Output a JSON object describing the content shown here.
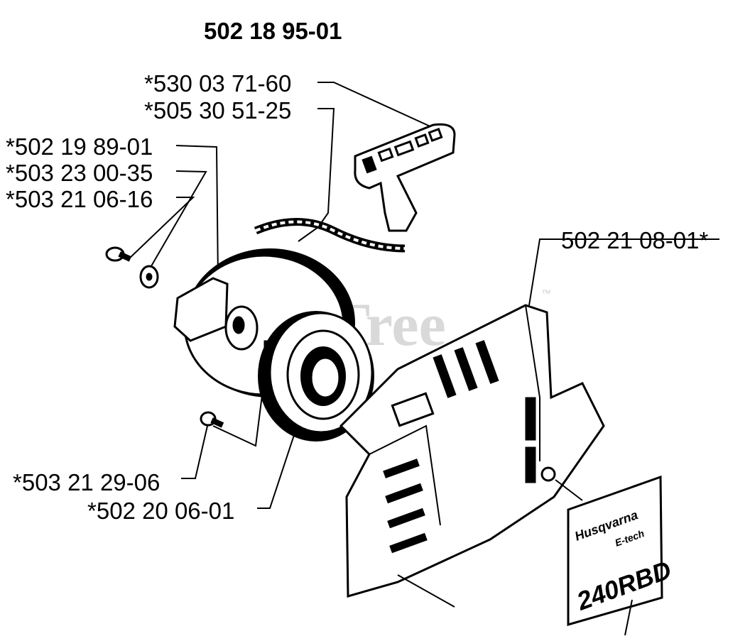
{
  "assembly_number": "502 18 95-01",
  "watermark": {
    "text": "PartsTree",
    "tm": "™"
  },
  "labels": {
    "handle": "*530 03 71-60",
    "rope": "*505 30 51-25",
    "pulley": "*502 19 89-01",
    "washer": "*503 23 00-35",
    "screw_top": "*503 21 06-16",
    "cover": "502 21 08-01*",
    "screw_bottom": "*503 21 29-06",
    "spring_cassette": "*502 20 06-01"
  },
  "decal": {
    "brand": "Husqvarna",
    "sub": "E-tech",
    "model": "240RBD"
  }
}
